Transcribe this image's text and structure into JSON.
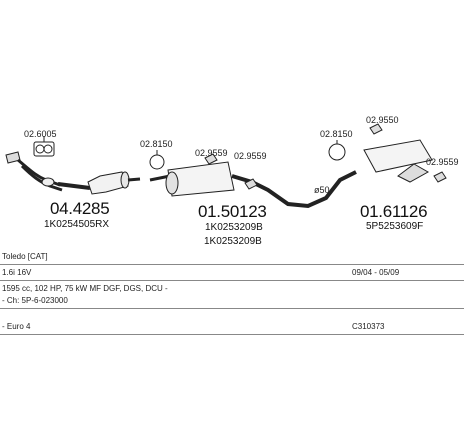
{
  "parts": {
    "clamp_1": "02.6005",
    "clamp_2": "02.8150",
    "clamp_3": "02.9559",
    "clamp_4": "02.9559",
    "clamp_5": "02.8150",
    "clamp_6": "02.9550",
    "clamp_7": "02.9559",
    "pipe_diameter": "ø50",
    "cat_number": "04.4285",
    "cat_oem": "1K0254505RX",
    "mid_number": "01.50123",
    "mid_oem_1": "1K0253209B",
    "mid_oem_2": "1K0253209B",
    "rear_number": "01.61126",
    "rear_oem": "5P5253609F"
  },
  "info": {
    "model": "Toledo [CAT]",
    "engine": "1.6i 16V",
    "years": "09/04 - 05/09",
    "specs": "1595 cc, 102 HP, 75 kW MF DGF, DGS, DCU -",
    "chassis": "- Ch: 5P-6-023000",
    "norm": "- Euro 4",
    "code": "C310373"
  }
}
